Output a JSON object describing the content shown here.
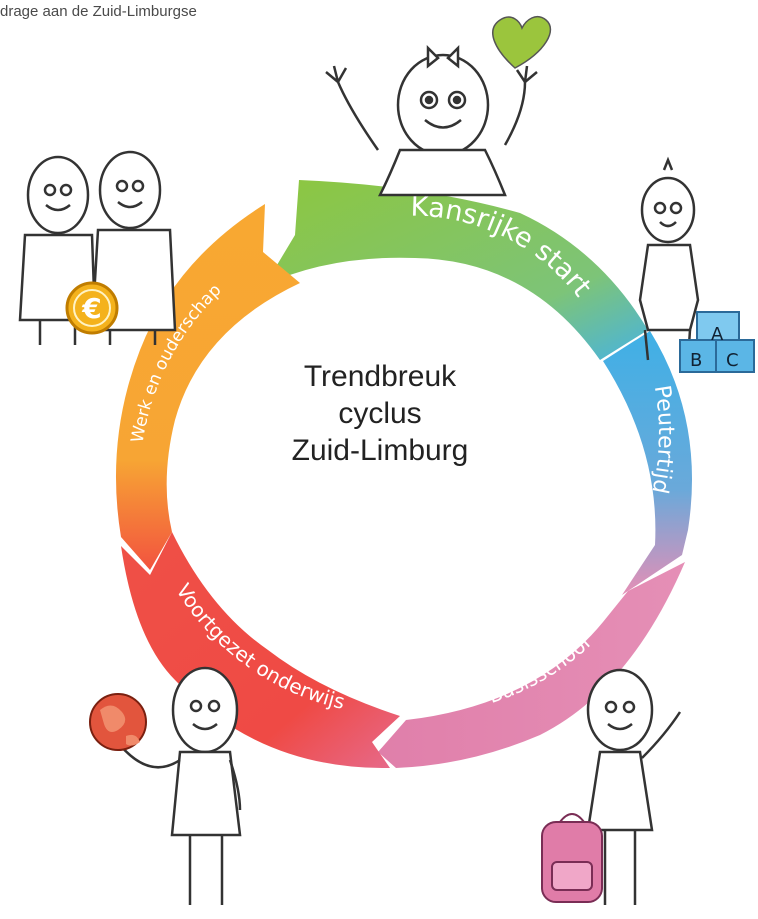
{
  "caption": "drage aan de Zuid-Limburgse",
  "center": {
    "line1": "Trendbreuk",
    "line2": "cyclus",
    "line3": "Zuid-Limburg"
  },
  "segments": [
    {
      "label": "Kansrijke start",
      "color": "#8cc63f"
    },
    {
      "label": "Peutertijd",
      "color": "#45b0e5"
    },
    {
      "label": "Basisschool",
      "color": "#e58fb6"
    },
    {
      "label": "Voortgezet onderwijs",
      "color": "#ef4a45"
    },
    {
      "label": "Werk en ouderschap",
      "color": "#f7a534"
    }
  ],
  "illustrations": {
    "baby": "baby-figure-icon",
    "heart": "heart-icon",
    "toddler": "toddler-figure-icon",
    "blocks": "abc-blocks-icon",
    "blocks_letters": [
      "A",
      "B",
      "C"
    ],
    "schoolgirl": "schoolgirl-figure-icon",
    "backpack": "backpack-icon",
    "teen": "teen-figure-icon",
    "globe": "globe-icon",
    "parents": "parents-figure-icon",
    "euro": "euro-coin-icon",
    "euro_symbol": "€"
  }
}
